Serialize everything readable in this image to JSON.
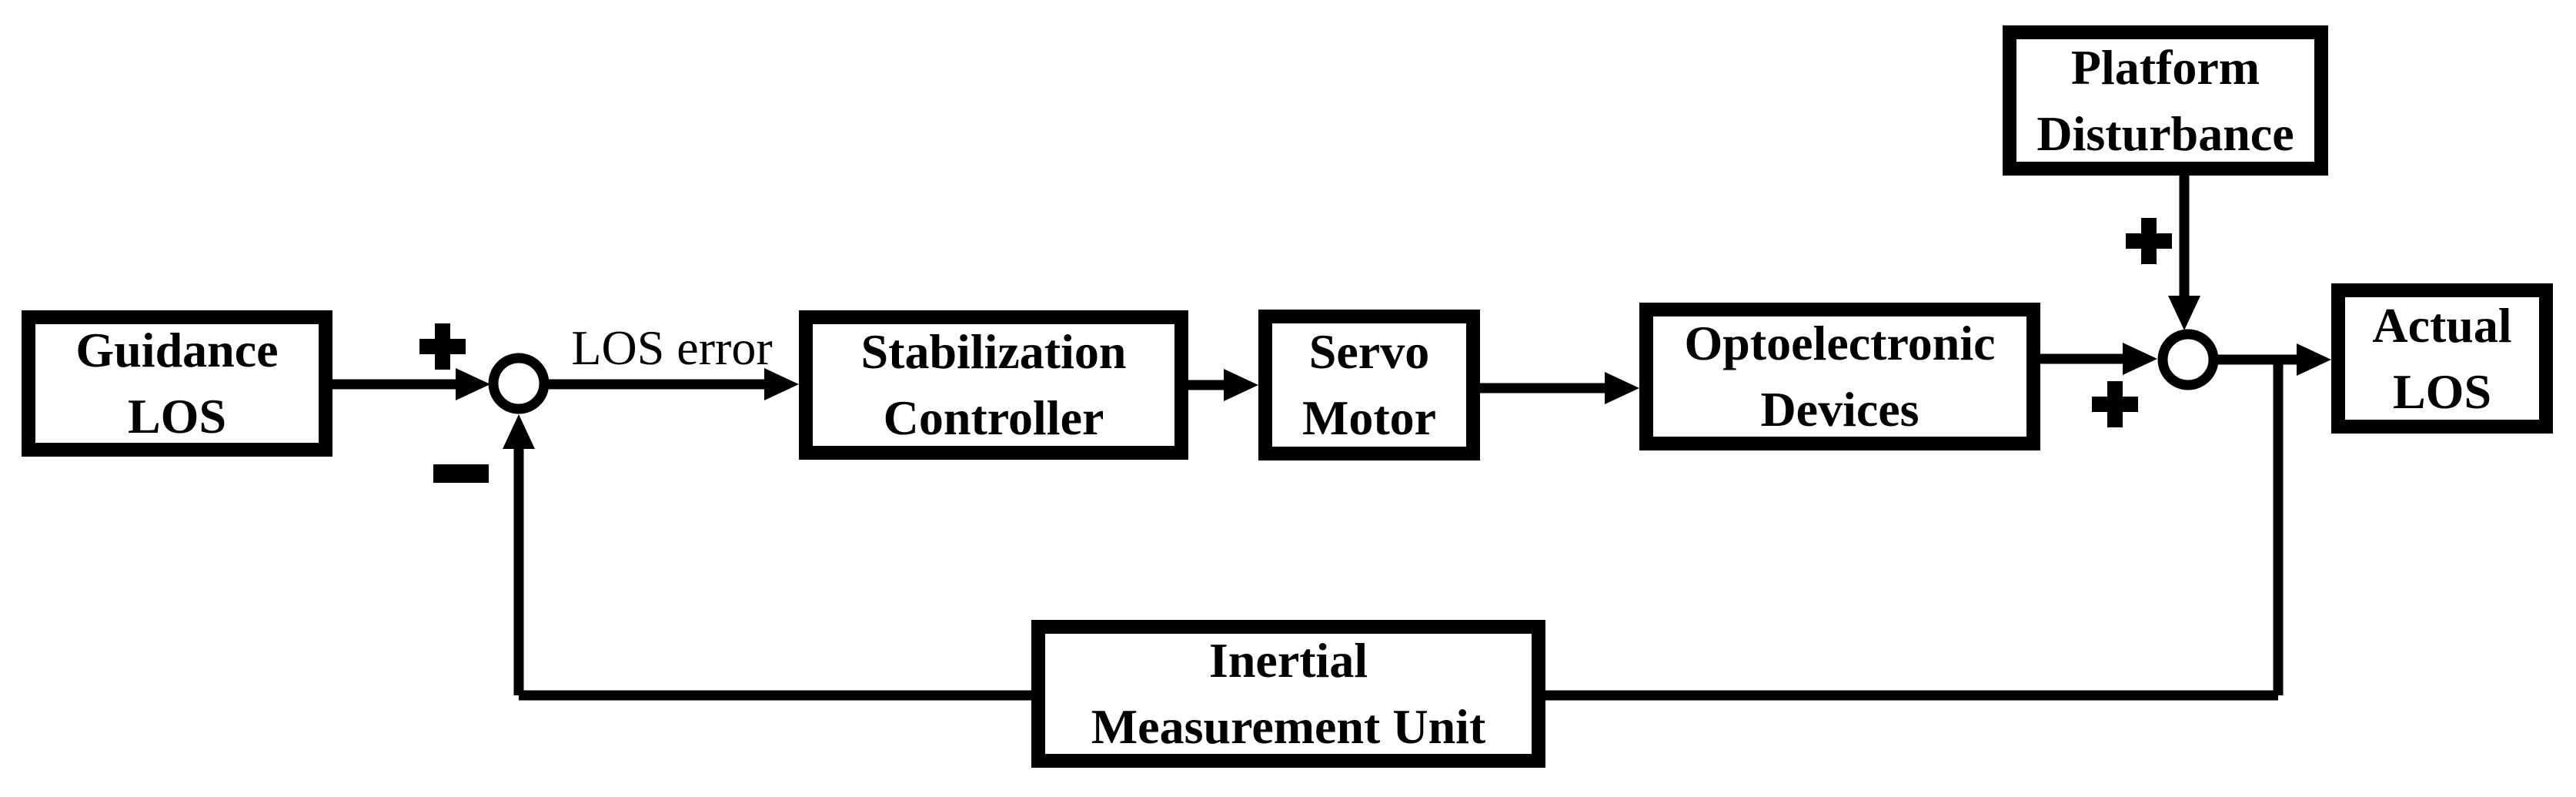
{
  "diagram": {
    "type": "control-system-block-diagram",
    "colors": {
      "foreground": "#000000",
      "background": "#ffffff"
    },
    "boxes": {
      "guidance_los": {
        "line1": "Guidance",
        "line2": "LOS"
      },
      "stabilization_controller": {
        "line1": "Stabilization",
        "line2": "Controller"
      },
      "servo_motor": {
        "line1": "Servo",
        "line2": "Motor"
      },
      "optoelectronic_devices": {
        "line1": "Optoelectronic",
        "line2": "Devices"
      },
      "platform_disturbance": {
        "line1": "Platform",
        "line2": "Disturbance"
      },
      "actual_los": {
        "line1": "Actual",
        "line2": "LOS"
      },
      "inertial_measurement_unit": {
        "line1": "Inertial",
        "line2": "Measurement Unit"
      }
    },
    "labels": {
      "los_error": "LOS error"
    },
    "signs": {
      "summing1_input": "+",
      "summing1_feedback": "−",
      "summing2_input": "+",
      "summing2_disturbance": "+"
    },
    "connections": [
      {
        "from": "Guidance LOS",
        "to": "Summing Junction 1",
        "sign": "+"
      },
      {
        "from": "Summing Junction 1",
        "to": "Stabilization Controller",
        "label": "LOS error"
      },
      {
        "from": "Stabilization Controller",
        "to": "Servo Motor"
      },
      {
        "from": "Servo Motor",
        "to": "Optoelectronic Devices"
      },
      {
        "from": "Optoelectronic Devices",
        "to": "Summing Junction 2",
        "sign": "+"
      },
      {
        "from": "Platform Disturbance",
        "to": "Summing Junction 2",
        "sign": "+"
      },
      {
        "from": "Summing Junction 2",
        "to": "Actual LOS"
      },
      {
        "from": "Actual LOS output branch",
        "to": "Inertial Measurement Unit"
      },
      {
        "from": "Inertial Measurement Unit",
        "to": "Summing Junction 1",
        "sign": "−"
      }
    ]
  }
}
